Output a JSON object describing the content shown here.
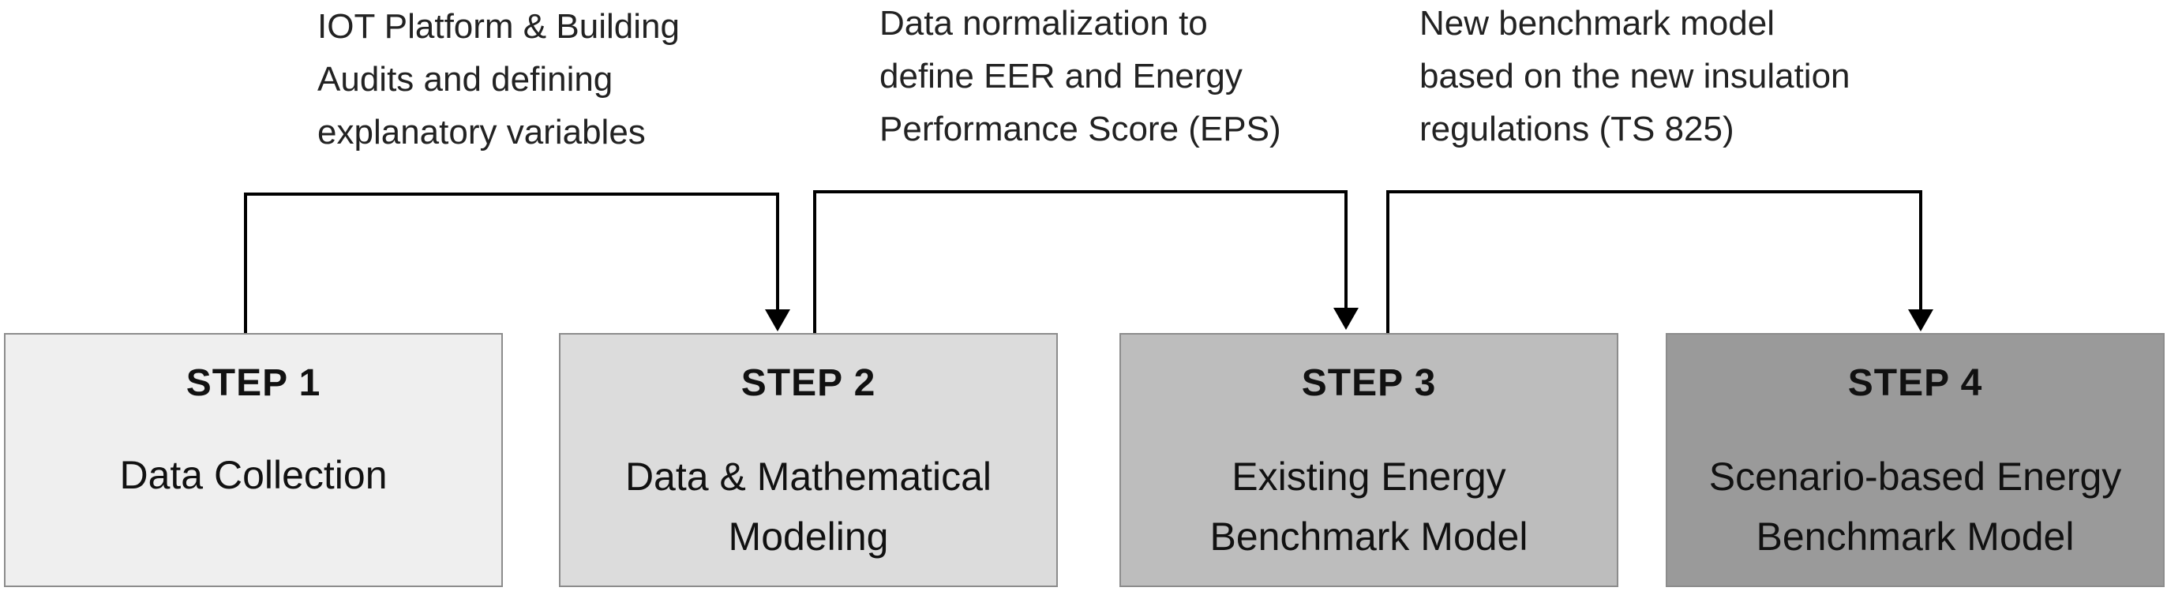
{
  "annotations": [
    {
      "lines": [
        "IOT Platform & Building",
        "Audits and defining",
        "explanatory variables"
      ]
    },
    {
      "lines": [
        "Data normalization to",
        "define EER and Energy",
        "Performance Score (EPS)"
      ]
    },
    {
      "lines": [
        "New benchmark model",
        "based on the new insulation",
        "regulations (TS 825)"
      ]
    }
  ],
  "steps": [
    {
      "title": "STEP 1",
      "lines": [
        "Data Collection"
      ]
    },
    {
      "title": "STEP 2",
      "lines": [
        "Data & Mathematical",
        "Modeling"
      ]
    },
    {
      "title": "STEP 3",
      "lines": [
        "Existing Energy",
        "Benchmark Model"
      ]
    },
    {
      "title": "STEP 4",
      "lines": [
        "Scenario-based Energy",
        "Benchmark Model"
      ]
    }
  ],
  "colors": {
    "box_fills": [
      "#efefef",
      "#dcdcdc",
      "#bdbdbd",
      "#9a9a9a"
    ],
    "border": "#8c8c8c",
    "connector": "#000000"
  }
}
